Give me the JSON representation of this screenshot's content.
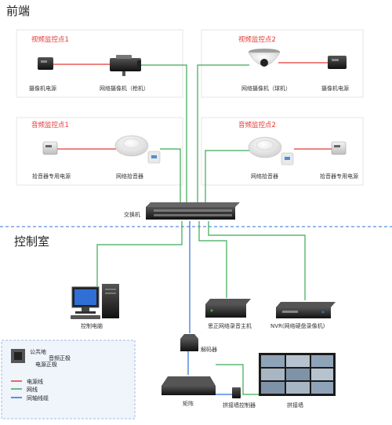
{
  "sections": {
    "front": "前端",
    "control": "控制室"
  },
  "front": {
    "video1": {
      "title": "视频监控点1",
      "power": "摄像机电源",
      "device": "网络摄像机（枪机）"
    },
    "video2": {
      "title": "视频监控点2",
      "device": "网络摄像机（球机）",
      "power": "摄像机电源"
    },
    "audio1": {
      "title": "音频监控点1",
      "power": "拾音器专用电源",
      "device": "网络拾音器"
    },
    "audio2": {
      "title": "音频监控点2",
      "device": "网络拾音器",
      "power": "拾音器专用电源"
    }
  },
  "switch_label": "交换机",
  "control": {
    "pc": "控制电脑",
    "recorder": "思正网络录音主机",
    "nvr": "NVR(网络硬盘录像机)",
    "decoder": "解码器",
    "matrix": "矩阵",
    "splice_ctrl": "拼接墙控制器",
    "video_wall": "拼接墙"
  },
  "legend": {
    "brand_line1": "公共地",
    "brand_line2": "音频正极",
    "brand_line3": "电源正极",
    "items": [
      {
        "label": "电源线",
        "color": "#e53935"
      },
      {
        "label": "网线",
        "color": "#3aaa55"
      },
      {
        "label": "同轴线缆",
        "color": "#2f6fd6"
      }
    ]
  },
  "colors": {
    "power": "#e53935",
    "network": "#3aaa55",
    "coax": "#2f6fd6",
    "divider": "#2f6fd6"
  }
}
